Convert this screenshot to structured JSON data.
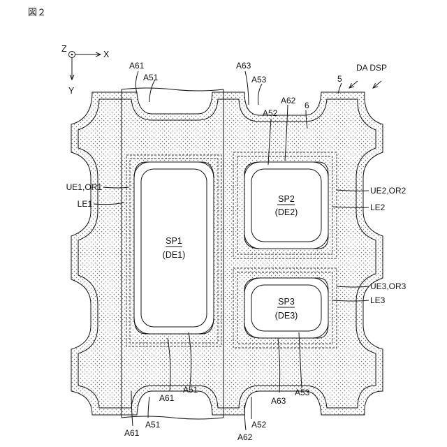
{
  "figure_title": "図２",
  "axes": {
    "z": "Z",
    "x": "X",
    "y": "Y"
  },
  "labels": {
    "da_dsp": "DA DSP",
    "n5": "5",
    "n6": "6",
    "a61_top": "A61",
    "a51_top": "A51",
    "a63_top": "A63",
    "a53_top": "A53",
    "a62_top": "A62",
    "a52_top": "A52",
    "ue1_or1": "UE1,OR1",
    "le1": "LE1",
    "ue2_or2": "UE2,OR2",
    "le2": "LE2",
    "ue3_or3": "UE3,OR3",
    "le3": "LE3",
    "a61_mid": "A61",
    "a51_mid": "A51",
    "a63_mid": "A63",
    "a53_mid": "A53",
    "a61_bot": "A61",
    "a51_bot": "A51",
    "a52_bot": "A52",
    "a62_bot": "A62"
  },
  "subpixels": [
    {
      "sp": "SP1",
      "de": "(DE1)"
    },
    {
      "sp": "SP2",
      "de": "(DE2)"
    },
    {
      "sp": "SP3",
      "de": "(DE3)"
    }
  ],
  "colors": {
    "stroke": "#111111",
    "dot": "#777777",
    "background": "#ffffff"
  }
}
